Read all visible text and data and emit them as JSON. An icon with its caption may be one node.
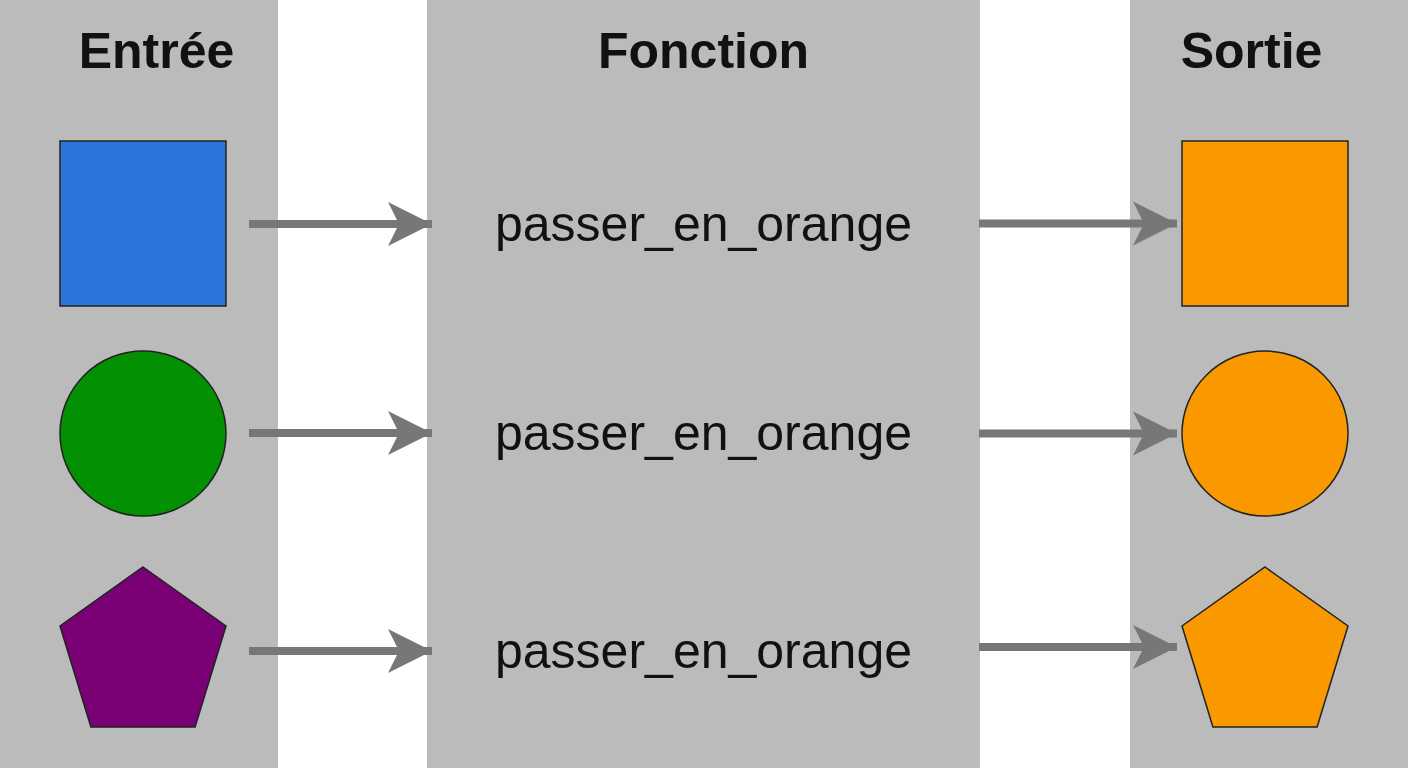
{
  "diagram": {
    "nodes": [
      {
        "text": [
          "Entrée"
        ]
      },
      {
        "text": [],
        "shape": "box",
        "in": 0
      },
      {
        "text": [],
        "shape": "circle",
        "in": 0
      },
      {
        "text": [],
        "shape": "pentagon",
        "in": 0
      },
      {
        "text": [
          "Fonction"
        ]
      },
      {
        "text": [
          "passer_en_orange"
        ],
        "in": 4
      },
      {
        "text": [
          "passer_en_orange"
        ],
        "in": 4
      },
      {
        "text": [
          "passer_en_orange"
        ],
        "in": 4
      },
      {
        "text": [
          "Sortie"
        ]
      },
      {
        "text": [],
        "shape": "box",
        "in": 8
      },
      {
        "text": [],
        "shape": "circle",
        "in": 8
      },
      {
        "text": [],
        "shape": "pentagon",
        "in": 8
      }
    ],
    "edges": [
      {
        "from": 1,
        "to": 5,
        "arrow": "to"
      },
      {
        "from": 5,
        "to": 9,
        "arrow": "to"
      },
      {
        "from": 2,
        "to": 6,
        "arrow": "to"
      },
      {
        "from": 6,
        "to": 10,
        "arrow": "to"
      },
      {
        "from": 3,
        "to": 7,
        "arrow": "to"
      },
      {
        "from": 7,
        "to": 11,
        "arrow": "to"
      }
    ]
  }
}
